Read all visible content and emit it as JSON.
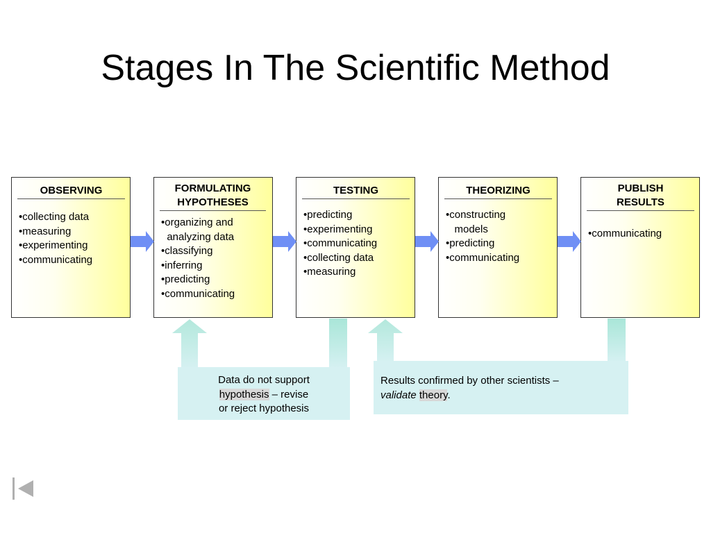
{
  "title": "Stages In The Scientific Method",
  "stages": [
    {
      "title": "OBSERVING",
      "items": [
        "•collecting data",
        "•measuring",
        "•experimenting",
        "•communicating"
      ]
    },
    {
      "title": "FORMULATING HYPOTHESES",
      "items": [
        "•organizing and",
        "  analyzing data",
        "•classifying",
        "•inferring",
        "•predicting",
        "•communicating"
      ]
    },
    {
      "title": "TESTING",
      "items": [
        "•predicting",
        "•experimenting",
        "•communicating",
        "•collecting data",
        "•measuring"
      ]
    },
    {
      "title": "THEORIZING",
      "items": [
        "•constructing",
        "   models",
        "•predicting",
        "•communicating"
      ]
    },
    {
      "title": "PUBLISH RESULTS",
      "items": [
        "•communicating"
      ]
    }
  ],
  "notes": {
    "revise": {
      "line1": "Data do not support",
      "highlight": "hypothesis",
      "rest2": " – revise",
      "line3": "or reject hypothesis"
    },
    "confirm": {
      "line1": "Results confirmed by other scientists –",
      "italic": "validate",
      "highlight": "theory",
      "end": "."
    }
  },
  "colors": {
    "box_fill": "#ffff9c",
    "flow_arrow": "#6f8ff5",
    "feedback_arrow": "#b3e8dc",
    "note_fill": "#d6f1f2"
  },
  "icons": {
    "nav": "first-slide-icon"
  }
}
